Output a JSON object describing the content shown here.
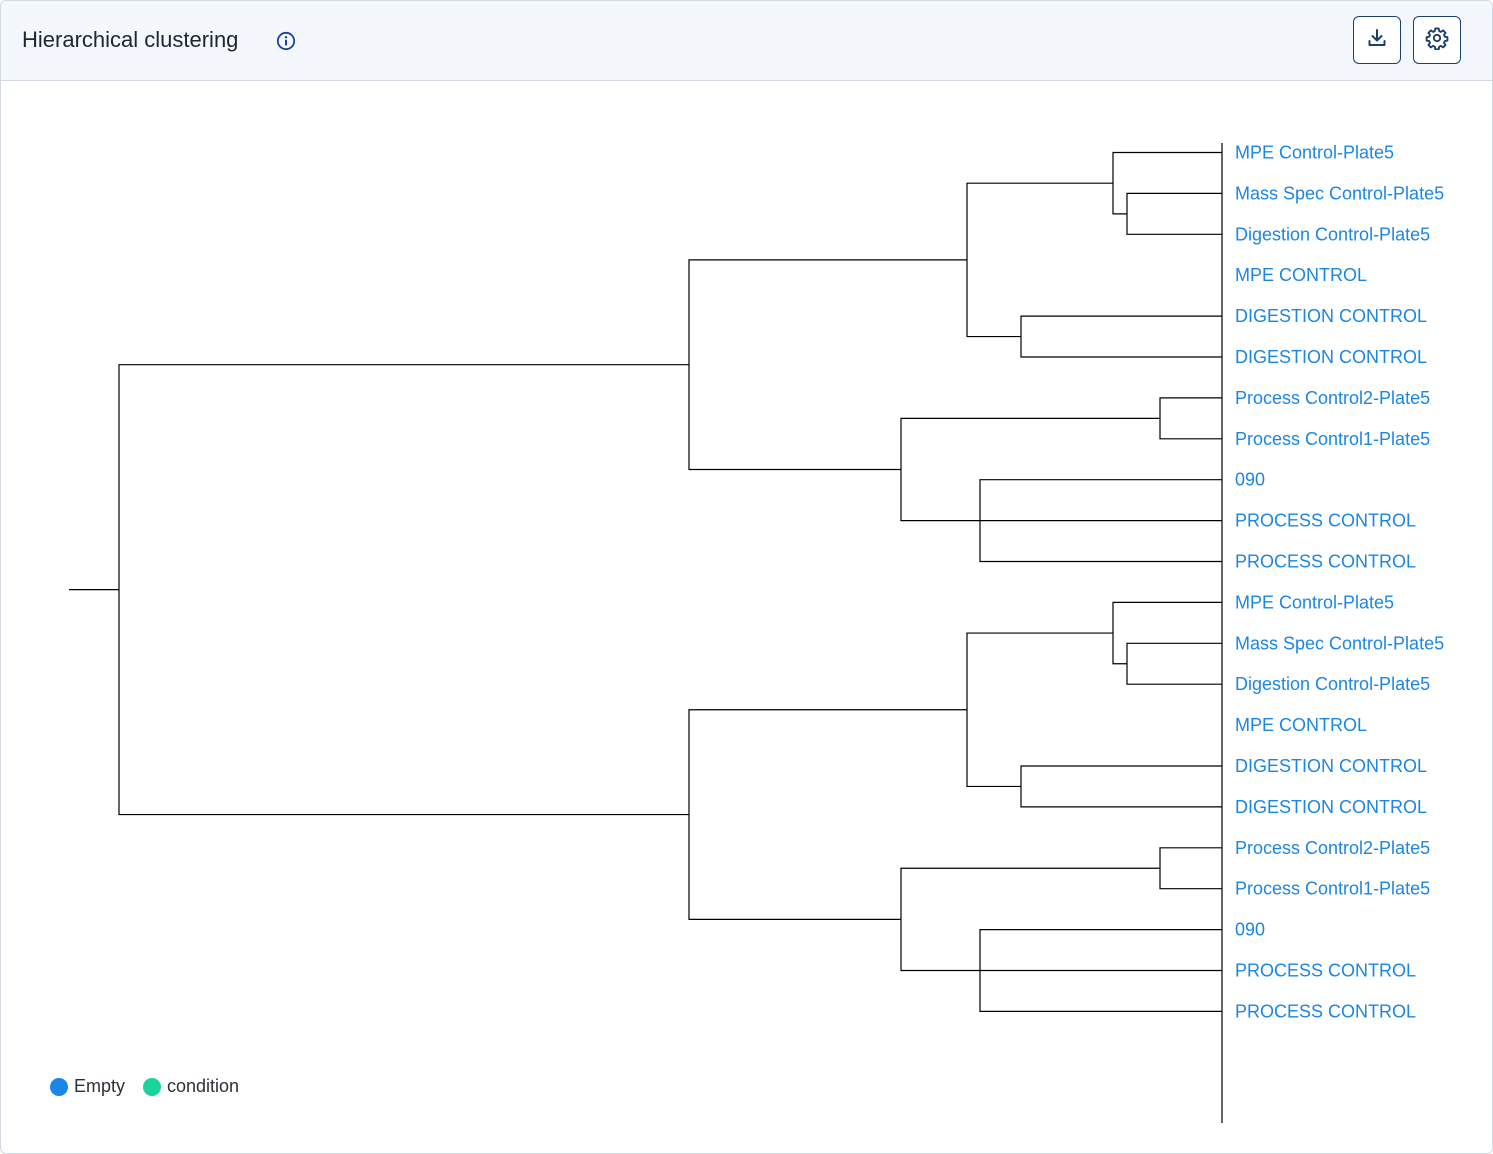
{
  "header": {
    "title": "Hierarchical clustering",
    "info_icon": "info-circle-icon",
    "download_icon": "download-icon",
    "settings_icon": "gear-icon"
  },
  "colors": {
    "leaf_label": "#1a86e8",
    "branch": "#000000",
    "empty": "#1a86e8",
    "condition": "#19d49c",
    "button_border": "#1d3f6e"
  },
  "chart_data": {
    "type": "dendrogram",
    "leaves": [
      "MPE Control-Plate5",
      "Mass Spec Control-Plate5",
      "Digestion Control-Plate5",
      "MPE CONTROL",
      "DIGESTION CONTROL",
      "DIGESTION CONTROL",
      "Process Control2-Plate5",
      "Process Control1-Plate5",
      "090",
      "PROCESS CONTROL",
      "PROCESS CONTROL",
      "MPE Control-Plate5",
      "Mass Spec Control-Plate5",
      "Digestion Control-Plate5",
      "MPE CONTROL",
      "DIGESTION CONTROL",
      "DIGESTION CONTROL",
      "Process Control2-Plate5",
      "Process Control1-Plate5",
      "090",
      "PROCESS CONTROL",
      "PROCESS CONTROL"
    ],
    "legend": [
      {
        "label": "Empty",
        "color": "#1a86e8"
      },
      {
        "label": "condition",
        "color": "#19d49c"
      }
    ]
  }
}
